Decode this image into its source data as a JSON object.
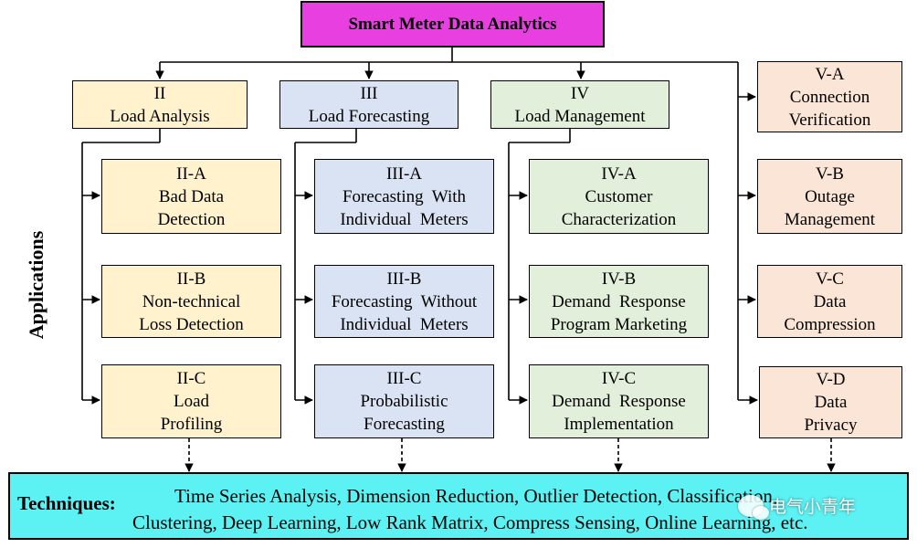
{
  "title": "Smart Meter Data Analytics",
  "applications_label": "Applications",
  "groups": {
    "ii": {
      "code": "II",
      "name": "Load Analysis"
    },
    "iii": {
      "code": "III",
      "name": "Load Forecasting"
    },
    "iv": {
      "code": "IV",
      "name": "Load Management"
    }
  },
  "items": {
    "iia": {
      "code": "II-A",
      "line1": "Bad Data",
      "line2": "Detection"
    },
    "iib": {
      "code": "II-B",
      "line1": "Non-technical",
      "line2": "Loss Detection"
    },
    "iic": {
      "code": "II-C",
      "line1": "Load",
      "line2": "Profiling"
    },
    "iiia": {
      "code": "III-A",
      "line1": "Forecasting  With",
      "line2": "Individual  Meters"
    },
    "iiib": {
      "code": "III-B",
      "line1": "Forecasting  Without",
      "line2": "Individual  Meters"
    },
    "iiic": {
      "code": "III-C",
      "line1": "Probabilistic",
      "line2": "Forecasting"
    },
    "iva": {
      "code": "IV-A",
      "line1": "Customer",
      "line2": "Characterization"
    },
    "ivb": {
      "code": "IV-B",
      "line1": "Demand  Response",
      "line2": "Program Marketing"
    },
    "ivc": {
      "code": "IV-C",
      "line1": "Demand  Response",
      "line2": "Implementation"
    },
    "va": {
      "code": "V-A",
      "line1": "Connection",
      "line2": "Verification"
    },
    "vb": {
      "code": "V-B",
      "line1": "Outage",
      "line2": "Management"
    },
    "vc": {
      "code": "V-C",
      "line1": "Data",
      "line2": "Compression"
    },
    "vd": {
      "code": "V-D",
      "line1": "Data",
      "line2": "Privacy"
    }
  },
  "techniques": {
    "label": "Techniques:",
    "line1": "Time Series Analysis, Dimension Reduction, Outlier Detection, Classification,",
    "line2": "Clustering, Deep Learning, Low Rank Matrix, Compress Sensing, Online Learning, etc."
  },
  "watermark": "电气小青年",
  "colors": {
    "title": "#e840e0",
    "load_analysis": "#fff2cc",
    "load_forecasting": "#dae3f3",
    "load_management": "#e2efda",
    "group_v": "#fbe5d6",
    "techniques": "#5cf2f4"
  }
}
